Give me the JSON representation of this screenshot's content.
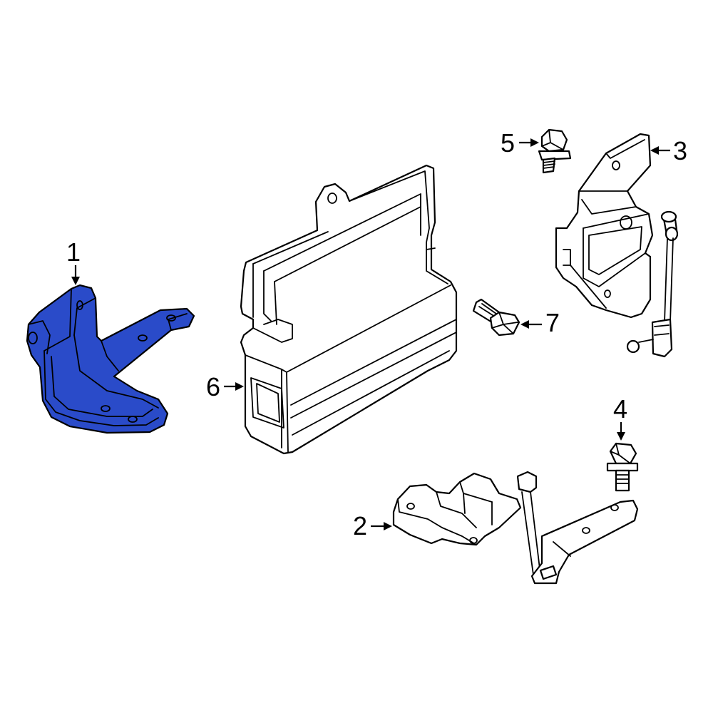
{
  "colors": {
    "highlight": "#2a4bc9",
    "line": "#000000",
    "background": "#ffffff"
  },
  "highlighted_part": "1",
  "callouts": [
    {
      "id": "c1",
      "label": "1"
    },
    {
      "id": "c2",
      "label": "2"
    },
    {
      "id": "c3",
      "label": "3"
    },
    {
      "id": "c4",
      "label": "4"
    },
    {
      "id": "c5",
      "label": "5"
    },
    {
      "id": "c6",
      "label": "6"
    },
    {
      "id": "c7",
      "label": "7"
    }
  ]
}
